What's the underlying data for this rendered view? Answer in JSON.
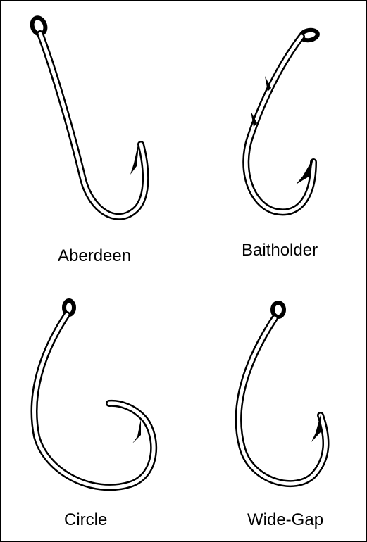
{
  "hooks": [
    {
      "label": "Aberdeen"
    },
    {
      "label": "Baitholder"
    },
    {
      "label": "Circle"
    },
    {
      "label": "Wide-Gap"
    }
  ]
}
